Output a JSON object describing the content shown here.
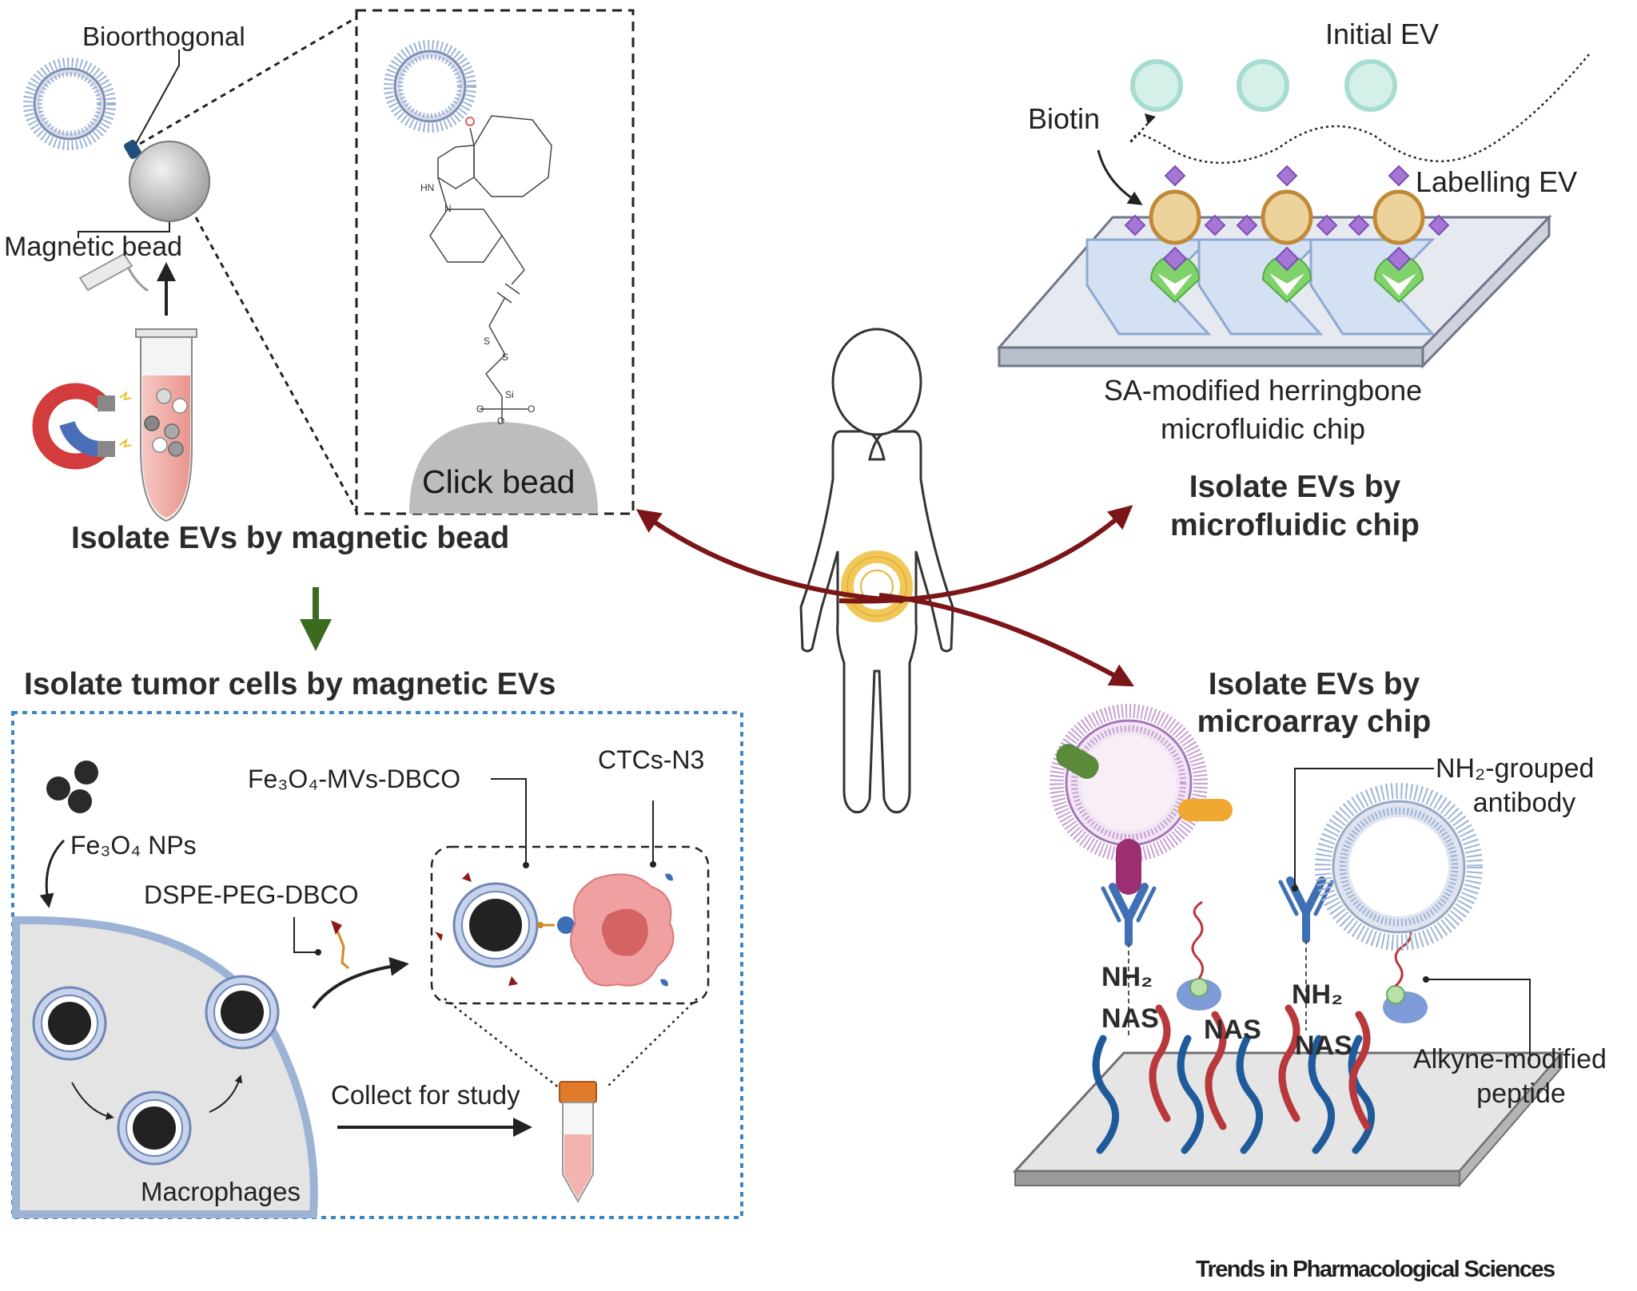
{
  "magnetic_panel": {
    "bioorthogonal": "Bioorthogonal",
    "magnetic_bead": "Magnetic bead",
    "click_bead": "Click bead",
    "heading": "Isolate EVs by magnetic bead",
    "chem_labels": [
      "HN",
      "N",
      "S",
      "S",
      "O",
      "Si",
      "O",
      "O",
      "O"
    ]
  },
  "tumor_panel": {
    "heading": "Isolate tumor cells by magnetic EVs",
    "fe3o4_nps": "Fe₃O₄ NPs",
    "fe3o4_mvs": "Fe₃O₄-MVs-DBCO",
    "ctcs": "CTCs-N3",
    "dspe": "DSPE-PEG-DBCO",
    "collect": "Collect for study",
    "macrophages": "Macrophages"
  },
  "microfluidic_panel": {
    "initial_ev": "Initial EV",
    "biotin": "Biotin",
    "labelling_ev": "Labelling EV",
    "chip_line1": "SA-modified herringbone",
    "chip_line2": "microfluidic chip",
    "heading_line1": "Isolate EVs by",
    "heading_line2": "microfluidic chip"
  },
  "microarray_panel": {
    "heading_line1": "Isolate EVs by",
    "heading_line2": "microarray chip",
    "nh2_antibody_line1": "NH₂-grouped",
    "nh2_antibody_line2": "antibody",
    "nh2": "NH₂",
    "nas": "NAS",
    "alkyne_line1": "Alkyne-modified",
    "alkyne_line2": "peptide"
  },
  "footer": "Trends in Pharmacological Sciences",
  "colors": {
    "arrow_dark_red": "#7b1518",
    "arrow_green": "#3a6b1f",
    "box_blue_dotted": "#3b86c6",
    "membrane_blue": "#9db3d6",
    "biotin_purple": "#a675d6",
    "ev_tan": "#ecd39c",
    "streptavidin_green": "#7fd36a",
    "antibody_blue": "#3f6fb5",
    "dna_blue": "#1f5b9b",
    "dna_red": "#b8383c",
    "peptide_blue": "#7d9bd6",
    "ctc_pink": "#f0a0a0",
    "tube_pink": "#f3b3ae"
  }
}
